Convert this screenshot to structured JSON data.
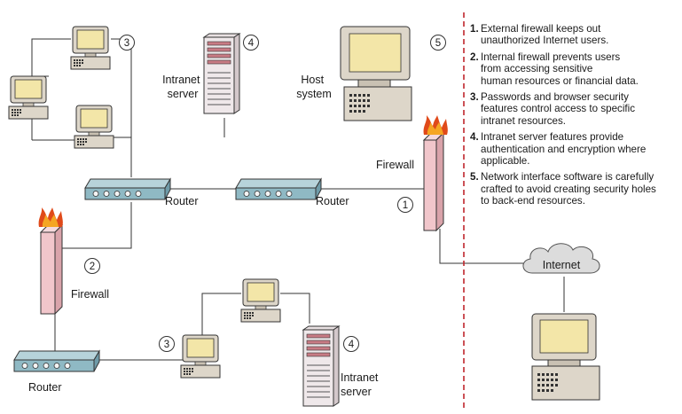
{
  "labels": {
    "intranet_server_top": "Intranet\nserver",
    "host_system": "Host\nsystem",
    "firewall_right": "Firewall",
    "router_left": "Router",
    "router_right": "Router",
    "firewall_left": "Firewall",
    "router_bottom": "Router",
    "intranet_server_bottom": "Intranet\nserver",
    "internet": "Internet"
  },
  "callouts": {
    "c1": "1",
    "c2": "2",
    "c3_top": "3",
    "c4_top": "4",
    "c5_top": "5",
    "c3_bottom": "3",
    "c4_bottom": "4"
  },
  "notes": [
    {
      "num": "1.",
      "text": "External firewall keeps out\nunauthorized Internet users."
    },
    {
      "num": "2.",
      "text": "Internal firewall prevents users\nfrom accessing sensitive\nhuman resources or financial data."
    },
    {
      "num": "3.",
      "text": "Passwords and browser security\nfeatures control access to specific\nintranet resources."
    },
    {
      "num": "4.",
      "text": "Intranet server features provide\nauthentication and encryption where\napplicable."
    },
    {
      "num": "5.",
      "text": "Network interface software is carefully\ncrafted to avoid creating security holes\nto back-end resources."
    }
  ],
  "colors": {
    "screen": "#f3e6a8",
    "computer_body": "#d9d2c6",
    "router": "#8fb9c4",
    "firewall": "#f1c6cb",
    "flame": "#e04a1a",
    "divider": "#c0262d",
    "cloud": "#dcdcdc"
  },
  "icons": [
    "workstation-icon",
    "server-tower-icon",
    "router-icon",
    "firewall-icon",
    "flame-icon",
    "cloud-icon"
  ]
}
